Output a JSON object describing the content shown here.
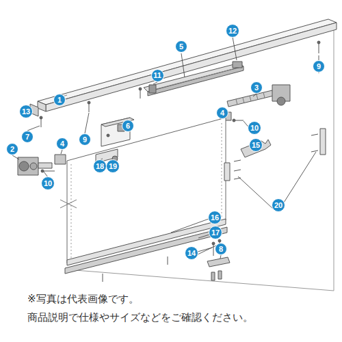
{
  "diagram": {
    "nodes": [
      {
        "text": [
          "12"
        ]
      },
      {
        "text": [
          "5"
        ]
      },
      {
        "text": [
          "9"
        ]
      },
      {
        "text": [
          "11"
        ]
      },
      {
        "text": [
          "3"
        ]
      },
      {
        "text": [
          "1"
        ]
      },
      {
        "text": [
          "13"
        ]
      },
      {
        "text": [
          "4"
        ]
      },
      {
        "text": [
          "6"
        ]
      },
      {
        "text": [
          "10"
        ]
      },
      {
        "text": [
          "7"
        ]
      },
      {
        "text": [
          "9"
        ]
      },
      {
        "text": [
          "4"
        ]
      },
      {
        "text": [
          "15"
        ]
      },
      {
        "text": [
          "2"
        ]
      },
      {
        "text": [
          "18"
        ]
      },
      {
        "text": [
          "19"
        ]
      },
      {
        "text": [
          "10"
        ]
      },
      {
        "text": [
          "20"
        ]
      },
      {
        "text": [
          "16"
        ]
      },
      {
        "text": [
          "17"
        ]
      },
      {
        "text": [
          "8"
        ]
      },
      {
        "text": [
          "14"
        ]
      }
    ],
    "labels": [
      "※写真は代表画像です。",
      "商品説明で仕様やサイズなどをご確認ください。"
    ]
  }
}
